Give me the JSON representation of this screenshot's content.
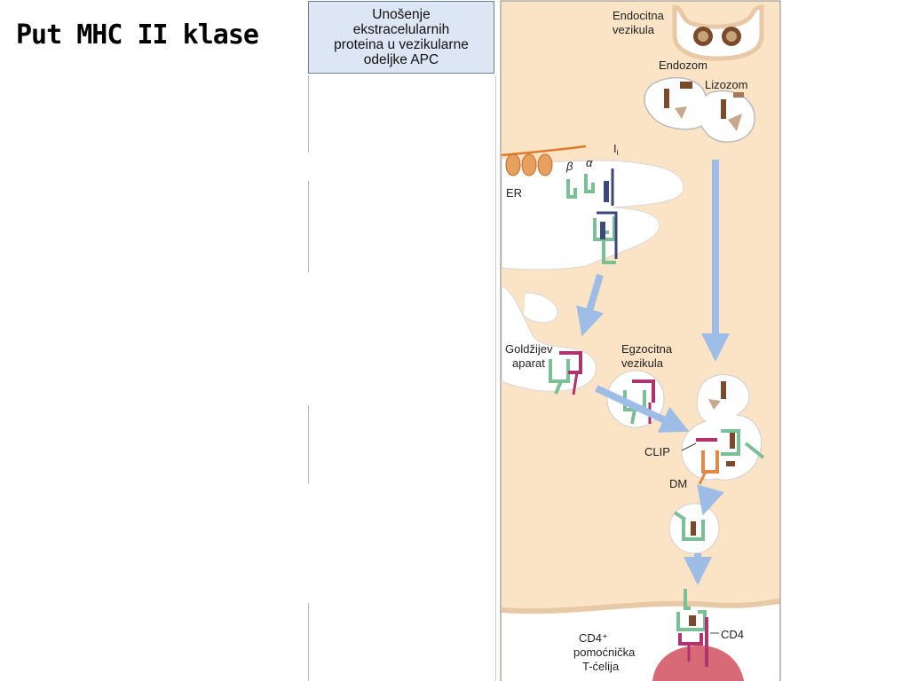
{
  "slide": {
    "title": "Put MHC II klase"
  },
  "header": {
    "line1": "Unošenje",
    "line2": "ekstracelularnih",
    "line3": "proteina u vezikularne",
    "line4": "odeljke APC"
  },
  "labels": {
    "endocitna_1": "Endocitna",
    "endocitna_2": "vezikula",
    "endozom": "Endozom",
    "lizozom": "Lizozom",
    "ii": "I",
    "ii_sub": "i",
    "beta": "β",
    "alpha": "α",
    "er": "ER",
    "goldzi_1": "Goldžijev",
    "goldzi_2": "aparat",
    "egzocitna_1": "Egzocitna",
    "egzocitna_2": "vezikula",
    "clip": "CLIP",
    "dm": "DM",
    "cd4": "CD4",
    "cd4plus": "CD4⁺",
    "pomocnicka": "pomoćnička",
    "tcelija": "T-ćelija"
  },
  "colors": {
    "cytoplasm": "#fbe3c6",
    "arrow": "#9dbde6",
    "mhc_green": "#7bbf96",
    "ii_navy": "#3b4a7a",
    "peptide_brown": "#7a4a2a",
    "clip_magenta": "#b0336d",
    "dm_orange": "#e08a4a",
    "header_bg": "#dde6f4"
  }
}
